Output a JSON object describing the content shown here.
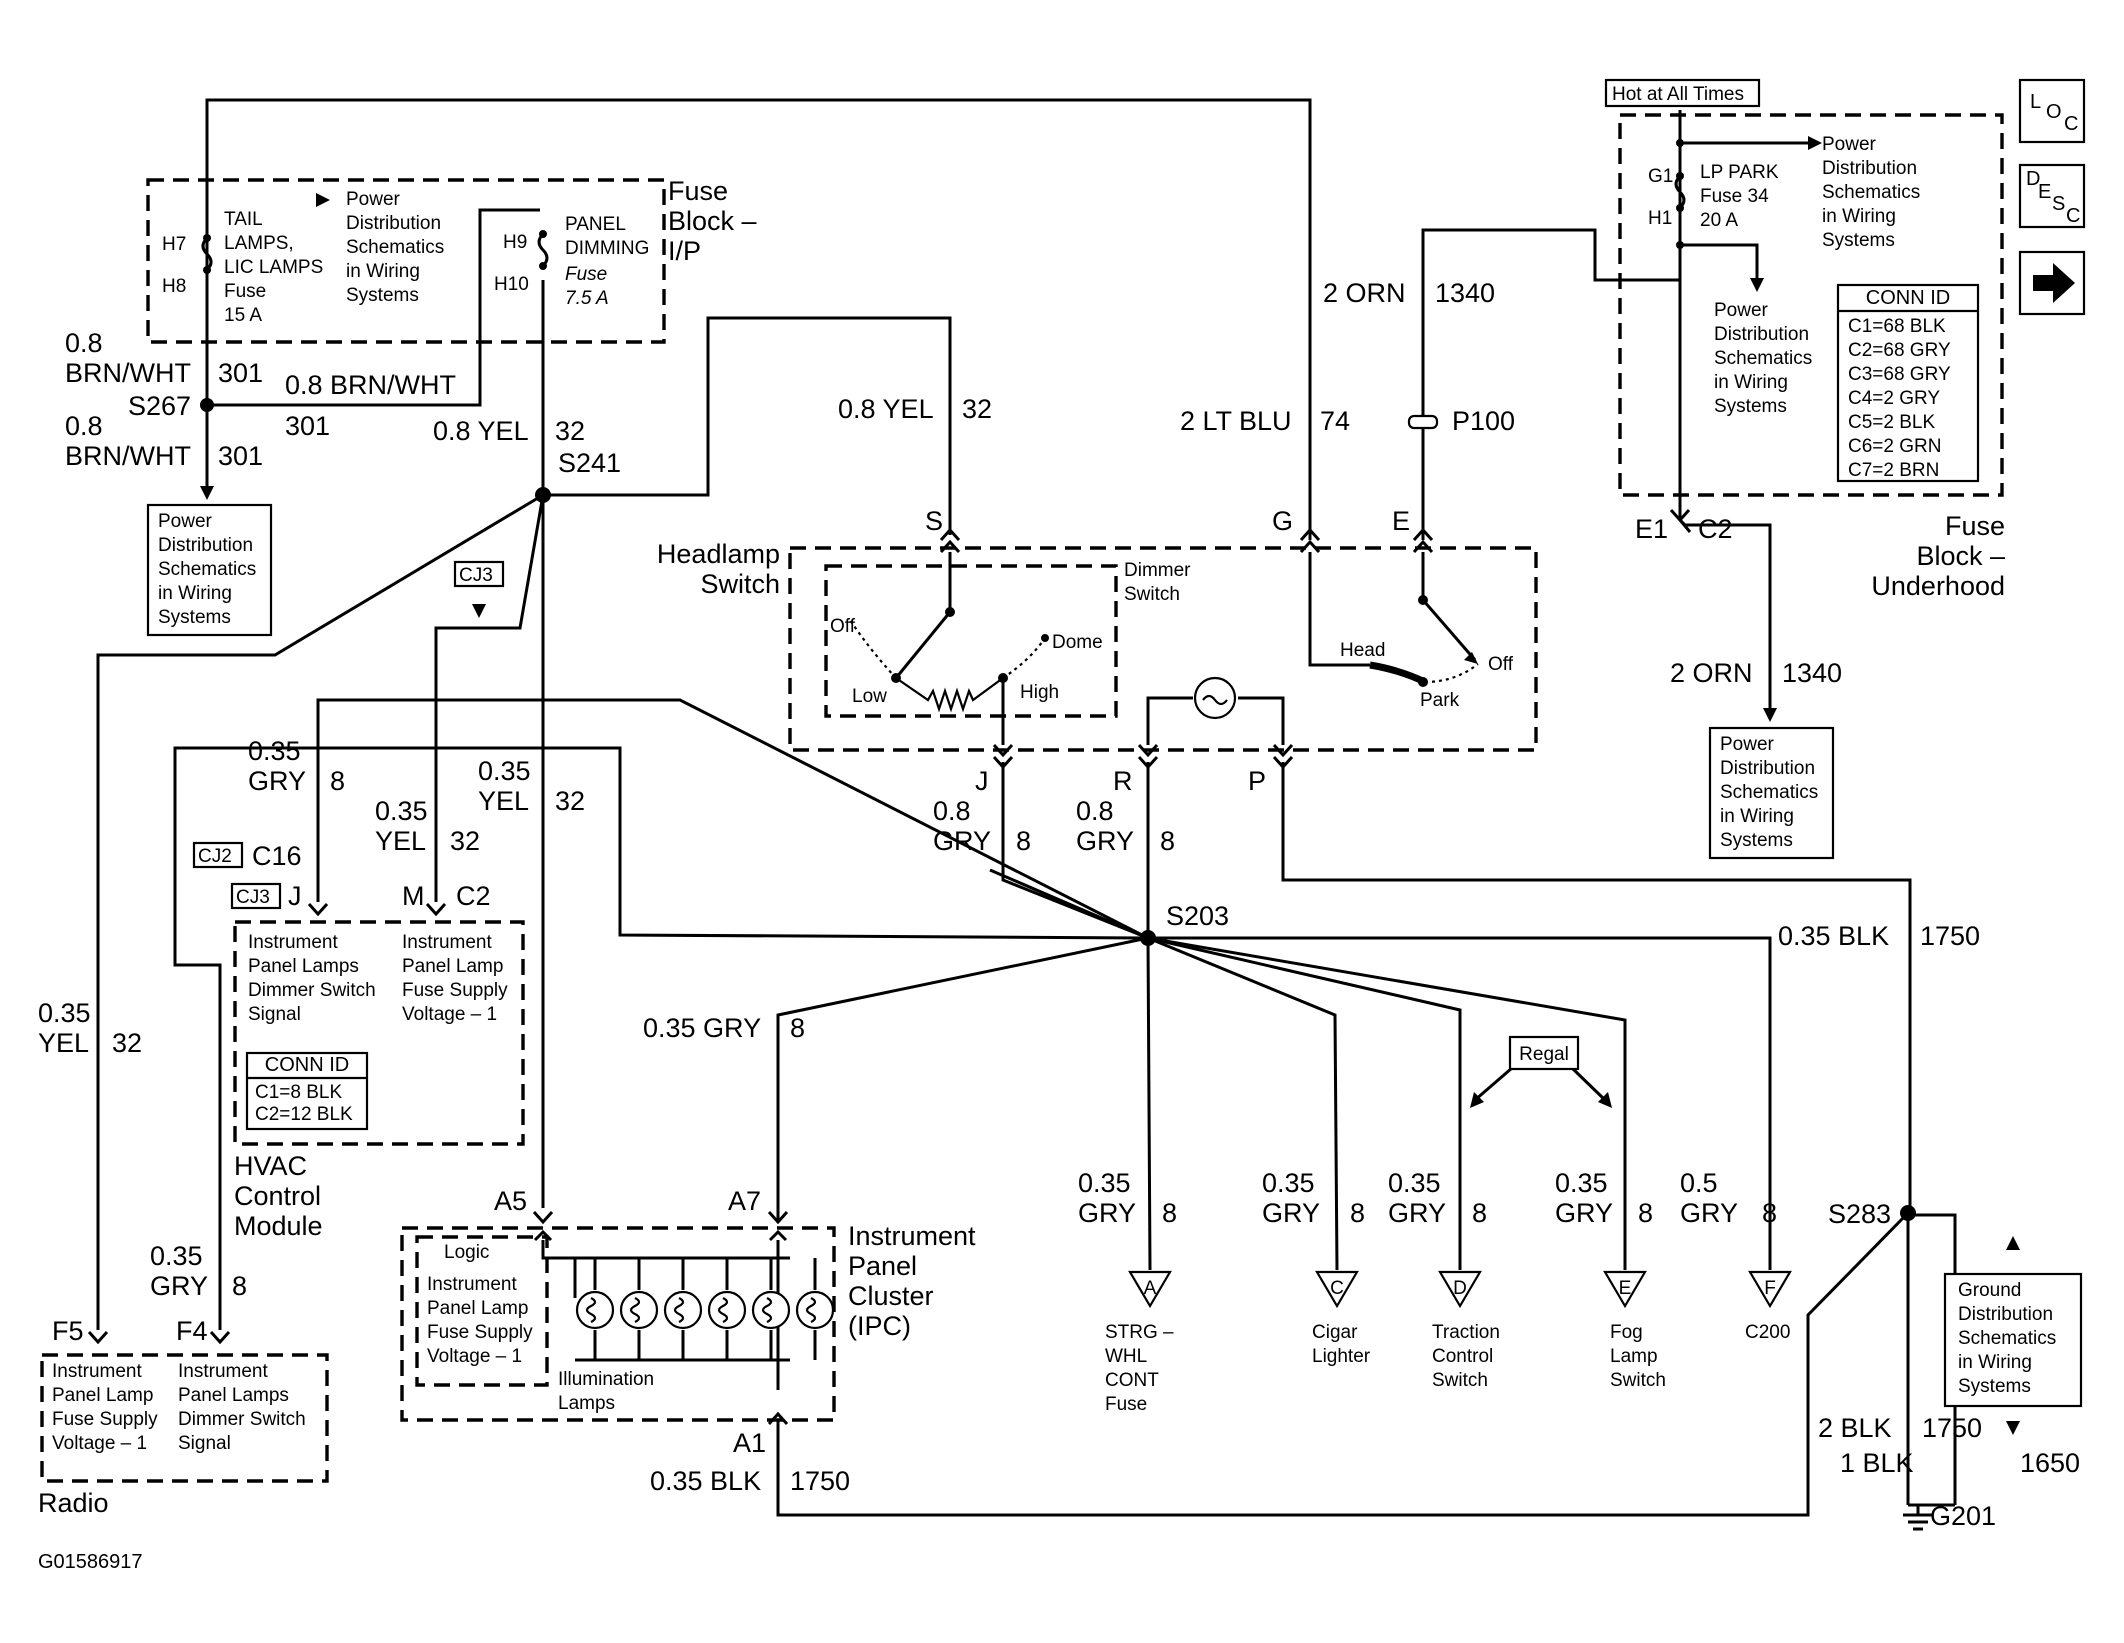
{
  "fuse_block_ip": {
    "title": [
      "Fuse",
      "Block –",
      "I/P"
    ],
    "tail_fuse": {
      "pin_in": "H7",
      "pin_out": "H8",
      "lines": [
        "TAIL",
        "LAMPS,",
        "LIC LAMPS",
        "Fuse",
        "15 A"
      ]
    },
    "dimming_fuse": {
      "pin_in": "H9",
      "pin_out": "H10",
      "lines": [
        "PANEL",
        "DIMMING"
      ],
      "fuse_lines": [
        "Fuse",
        "7.5 A"
      ]
    },
    "power_ref": [
      "Power",
      "Distribution",
      "Schematics",
      "in Wiring",
      "Systems"
    ]
  },
  "fuse_block_underhood": {
    "title": [
      "Fuse",
      "Block –",
      "Underhood"
    ],
    "hot_label": "Hot at All Times",
    "fuse_pin_in": "G1",
    "fuse_pin_out": "H1",
    "fuse_lines": [
      "LP PARK",
      "Fuse 34",
      "20 A"
    ],
    "power_ref_right": [
      "Power",
      "Distribution",
      "Schematics",
      "in Wiring",
      "Systems"
    ],
    "power_ref_down": [
      "Power",
      "Distribution",
      "Schematics",
      "in Wiring",
      "Systems"
    ],
    "conn_id_title": "CONN ID",
    "conn_id": [
      "C1=68 BLK",
      "C2=68 GRY",
      "C3=68 GRY",
      "C4=2 GRY",
      "C5=2 BLK",
      "C6=2 GRN",
      "C7=2 BRN"
    ],
    "pin_e1": "E1",
    "pin_c2": "C2"
  },
  "nav": {
    "loc_l": "L",
    "loc_o": "O",
    "loc_c": "C",
    "desc_d": "D",
    "desc_e": "E",
    "desc_s": "S",
    "desc_c": "C",
    "next_arrow": "➡"
  },
  "wires": {
    "brn_left_top": [
      "0.8",
      "BRN/WHT",
      "301"
    ],
    "brn_mid": [
      "0.8 BRN/WHT",
      "301"
    ],
    "brn_left_bottom": [
      "0.8",
      "BRN/WHT",
      "301"
    ],
    "yel_s241": [
      "0.8 YEL",
      "32"
    ],
    "yel_s": [
      "0.8 YEL",
      "32"
    ],
    "orn_1340_top": [
      "2 ORN",
      "1340"
    ],
    "ltblu": [
      "2 LT BLU",
      "74"
    ],
    "orn_1340_right": [
      "2 ORN",
      "1340"
    ],
    "gry_hvac": [
      "0.35",
      "GRY",
      "8"
    ],
    "yel_hvac_m": [
      "0.35",
      "YEL",
      "32"
    ],
    "yel_hvac_a5": [
      "0.35",
      "YEL",
      "32"
    ],
    "gry_j": [
      "0.8",
      "GRY",
      "8"
    ],
    "gry_r": [
      "0.8",
      "GRY",
      "8"
    ],
    "blk_1750_p": [
      "0.35 BLK",
      "1750"
    ],
    "yel_radio": [
      "0.35",
      "YEL",
      "32"
    ],
    "gry_a7": [
      "0.35 GRY",
      "8"
    ],
    "gry_radio": [
      "0.35",
      "GRY",
      "8"
    ],
    "gry_a": [
      "0.35",
      "GRY",
      "8"
    ],
    "gry_c": [
      "0.35",
      "GRY",
      "8"
    ],
    "gry_d": [
      "0.35",
      "GRY",
      "8"
    ],
    "gry_e": [
      "0.35",
      "GRY",
      "8"
    ],
    "gry_f": [
      "0.5",
      "GRY",
      "8"
    ],
    "blk_a1": [
      "0.35 BLK",
      "1750"
    ],
    "blk_2": [
      "2 BLK",
      "1750"
    ],
    "blk_1": [
      "1 BLK",
      "1650"
    ]
  },
  "splices": {
    "s267": "S267",
    "s241": "S241",
    "s203": "S203",
    "s283": "S283",
    "p100": "P100",
    "g201": "G201"
  },
  "power_ref_s267": [
    "Power",
    "Distribution",
    "Schematics",
    "in Wiring",
    "Systems"
  ],
  "power_ref_e1": [
    "Power",
    "Distribution",
    "Schematics",
    "in Wiring",
    "Systems"
  ],
  "ground_ref": [
    "Ground",
    "Distribution",
    "Schematics",
    "in Wiring",
    "Systems"
  ],
  "headlamp_switch": {
    "title": [
      "Headlamp",
      "Switch"
    ],
    "pins": {
      "s": "S",
      "g": "G",
      "e": "E",
      "j": "J",
      "r": "R",
      "p": "P"
    },
    "dimmer_title": [
      "Dimmer",
      "Switch"
    ],
    "off": "Off",
    "dome": "Dome",
    "low": "Low",
    "high": "High",
    "head": "Head",
    "park": "Park",
    "off2": "Off"
  },
  "hvac": {
    "title": [
      "HVAC",
      "Control",
      "Module"
    ],
    "cj2": "CJ2",
    "cj3": "CJ3",
    "cj3_top": "CJ3",
    "c16": "C16",
    "c2": "C2",
    "pin_j": "J",
    "pin_m": "M",
    "left_label": [
      "Instrument",
      "Panel Lamps",
      "Dimmer Switch",
      "Signal"
    ],
    "right_label": [
      "Instrument",
      "Panel Lamp",
      "Fuse Supply",
      "Voltage – 1"
    ],
    "conn_title": "CONN ID",
    "conn": [
      "C1=8 BLK",
      "C2=12 BLK"
    ]
  },
  "radio": {
    "title": "Radio",
    "pin_f5": "F5",
    "pin_f4": "F4",
    "left_label": [
      "Instrument",
      "Panel Lamp",
      "Fuse Supply",
      "Voltage – 1"
    ],
    "right_label": [
      "Instrument",
      "Panel Lamps",
      "Dimmer Switch",
      "Signal"
    ]
  },
  "ipc": {
    "title": [
      "Instrument",
      "Panel",
      "Cluster",
      "(IPC)"
    ],
    "pin_a5": "A5",
    "pin_a7": "A7",
    "pin_a1": "A1",
    "logic": "Logic",
    "logic_label": [
      "Instrument",
      "Panel Lamp",
      "Fuse Supply",
      "Voltage – 1"
    ],
    "lamps_label": [
      "Illumination",
      "Lamps"
    ]
  },
  "regal": "Regal",
  "destinations": {
    "a": {
      "pin": "A",
      "label": [
        "STRG –",
        "WHL",
        "CONT",
        "Fuse"
      ]
    },
    "c": {
      "pin": "C",
      "label": [
        "Cigar",
        "Lighter"
      ]
    },
    "d": {
      "pin": "D",
      "label": [
        "Traction",
        "Control",
        "Switch"
      ]
    },
    "e": {
      "pin": "E",
      "label": [
        "Fog",
        "Lamp",
        "Switch"
      ]
    },
    "f": {
      "pin": "F",
      "label": [
        "C200"
      ]
    }
  },
  "figure_id": "G01586917"
}
